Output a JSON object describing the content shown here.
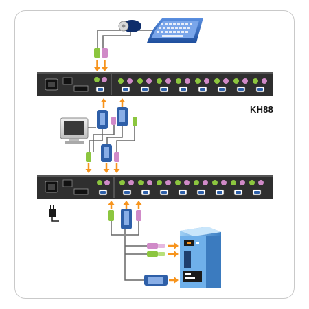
{
  "title": "",
  "model_label": "KH88",
  "colors": {
    "switch_body": "#2f2f2f",
    "ps2_green": "#8cc63f",
    "ps2_purple": "#d08ac8",
    "vga_blue": "#2e5fa8",
    "arrow_orange": "#f7941d",
    "pc_blue": "#4a90d9"
  },
  "devices": {
    "top_switch": "kvm-switch",
    "bottom_switch": "kvm-switch",
    "keyboard": "keyboard-icon",
    "mouse": "mouse-icon",
    "monitor": "monitor-icon",
    "computer": "computer-tower-icon",
    "power": "power-plug-icon"
  },
  "ports_per_switch": 8
}
